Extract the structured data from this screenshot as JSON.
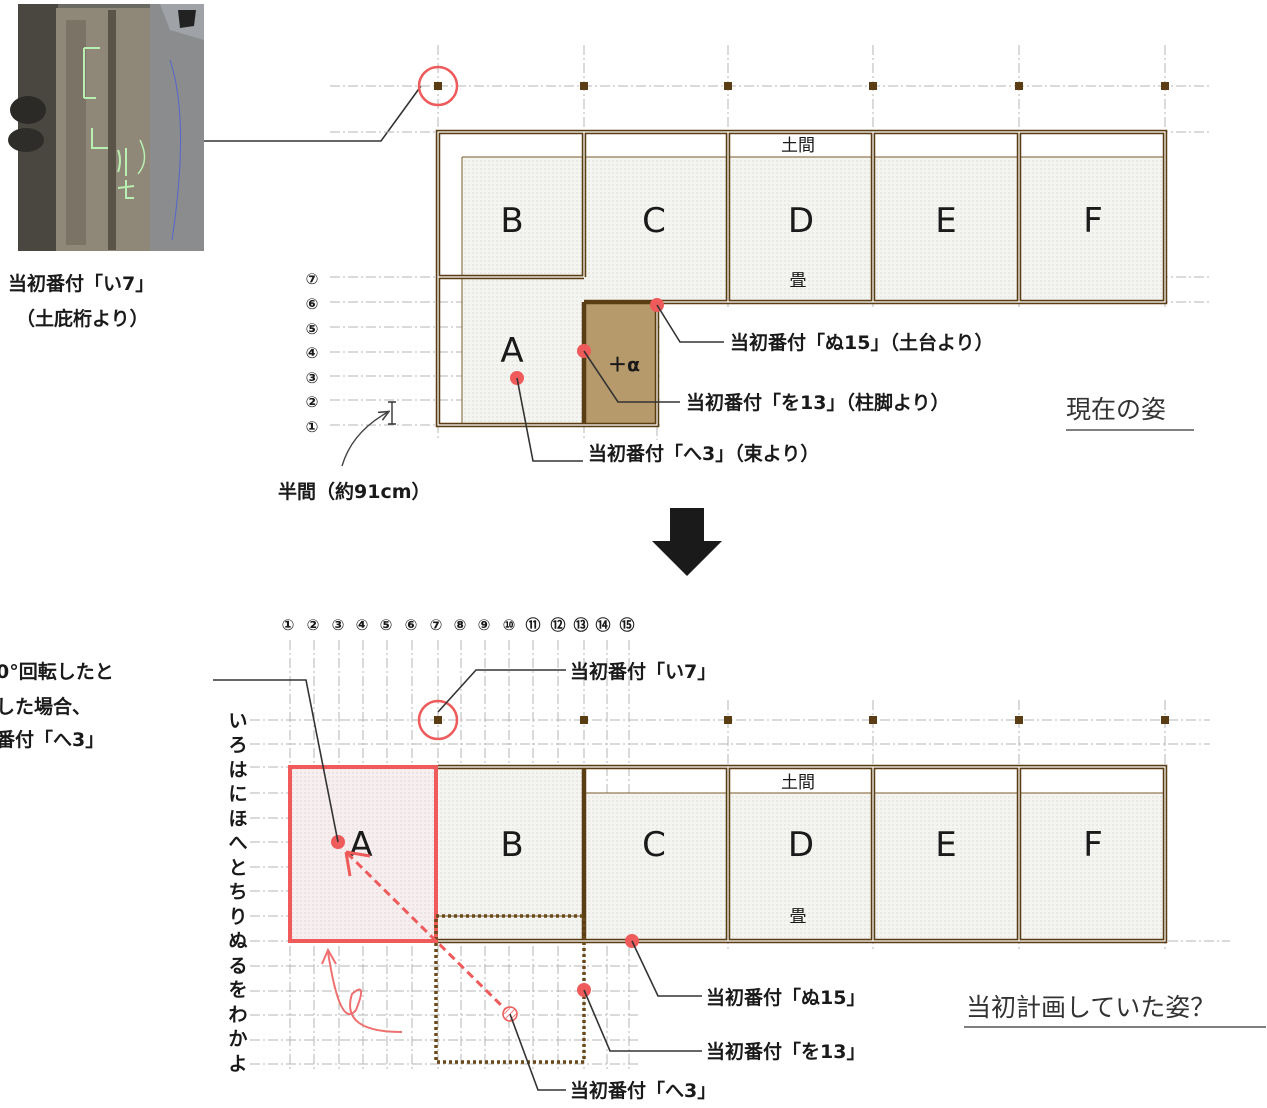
{
  "photo": {
    "caption_line1": "当初番付「い7」",
    "caption_line2": "（土庇桁より）"
  },
  "top": {
    "rooms": [
      "B",
      "C",
      "D",
      "E",
      "F",
      "A"
    ],
    "doma": "土間",
    "tatami": "畳",
    "alpha": "＋α",
    "row_numbers": [
      "⑦",
      "⑥",
      "⑤",
      "④",
      "③",
      "②",
      "①"
    ],
    "callout_nu": "当初番付「ぬ15」（土台より）",
    "callout_wo": "当初番付「を13」（柱脚より）",
    "callout_he": "当初番付「へ3」（束より）",
    "hanken": "半間（約91cm）",
    "caption": "現在の姿"
  },
  "bottom": {
    "col_numbers": [
      "①",
      "②",
      "③",
      "④",
      "⑤",
      "⑥",
      "⑦",
      "⑧",
      "⑨",
      "⑩",
      "⑪",
      "⑫",
      "⑬",
      "⑭",
      "⑮"
    ],
    "iroha": [
      "い",
      "ろ",
      "は",
      "に",
      "ほ",
      "へ",
      "と",
      "ち",
      "り",
      "ぬ",
      "る",
      "を",
      "わ",
      "か",
      "よ"
    ],
    "rooms": [
      "A",
      "B",
      "C",
      "D",
      "E",
      "F"
    ],
    "doma": "土間",
    "tatami": "畳",
    "callout_i7": "当初番付「い7」",
    "callout_nu": "当初番付「ぬ15」",
    "callout_wo": "当初番付「を13」",
    "callout_he": "当初番付「へ3」",
    "rotate_line1": "0°回転したと",
    "rotate_line2": "した場合、",
    "rotate_line3": "番付「へ3」",
    "caption": "当初計画していた姿？"
  },
  "colors": {
    "wall": "#5a3d12",
    "alpha_fill": "#b79a6b",
    "marker": "#ef5a5a",
    "grid": "#b5b5b5",
    "dot_fill": "#f1f1ee"
  }
}
